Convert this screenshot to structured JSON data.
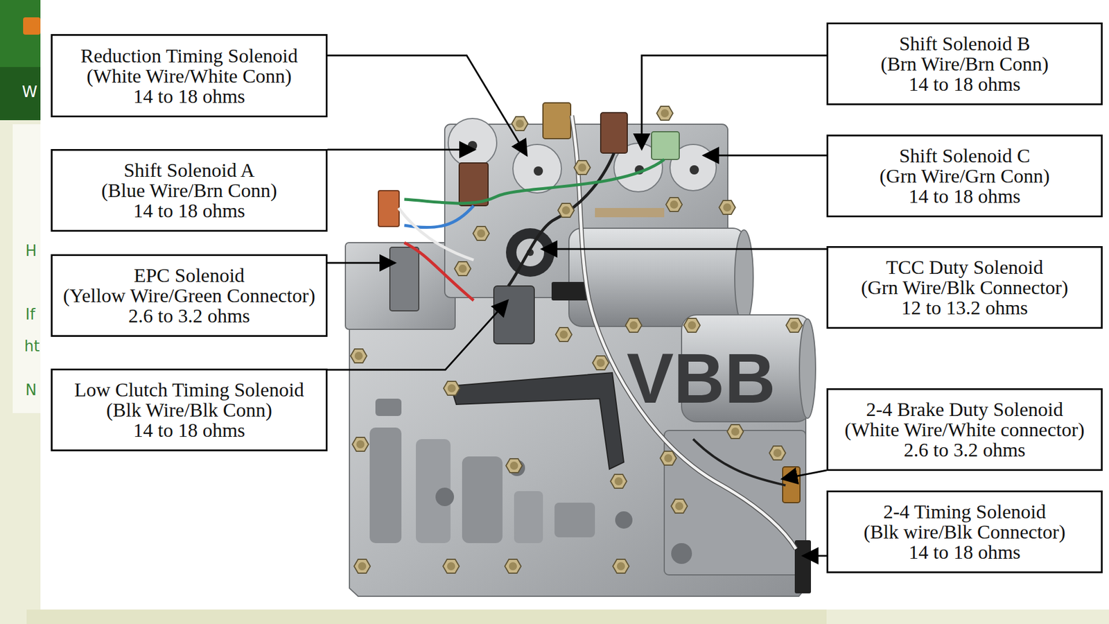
{
  "diagram": {
    "nodes": [
      {
        "text": [
          "Reduction Timing Solenoid",
          "(White Wire/White Conn)",
          "14 to 18 ohms"
        ]
      },
      {
        "text": [
          "Shift Solenoid B",
          "(Brn Wire/Brn Conn)",
          "14 to 18 ohms"
        ]
      },
      {
        "text": [
          "Shift Solenoid A",
          "(Blue Wire/Brn Conn)",
          "14 to 18 ohms"
        ]
      },
      {
        "text": [
          "Shift Solenoid C",
          "(Grn Wire/Grn Conn)",
          "14 to 18 ohms"
        ]
      },
      {
        "text": [
          "EPC Solenoid",
          "(Yellow Wire/Green Connector)",
          "2.6 to 3.2 ohms"
        ]
      },
      {
        "text": [
          "TCC Duty Solenoid",
          "(Grn Wire/Blk Connector)",
          "12 to 13.2 ohms"
        ]
      },
      {
        "text": [
          "Low Clutch Timing Solenoid",
          "(Blk Wire/Blk Conn)",
          "14 to 18 ohms"
        ]
      },
      {
        "text": [
          "2-4 Brake Duty Solenoid",
          "(White Wire/White connector)",
          "2.6 to 3.2 ohms"
        ]
      },
      {
        "text": [
          "2-4 Timing Solenoid",
          "(Blk wire/Blk Connector)",
          "14 to 18 ohms"
        ]
      }
    ],
    "labels": [
      "VBB",
      "W",
      "H",
      "If",
      "ht",
      "N"
    ]
  }
}
